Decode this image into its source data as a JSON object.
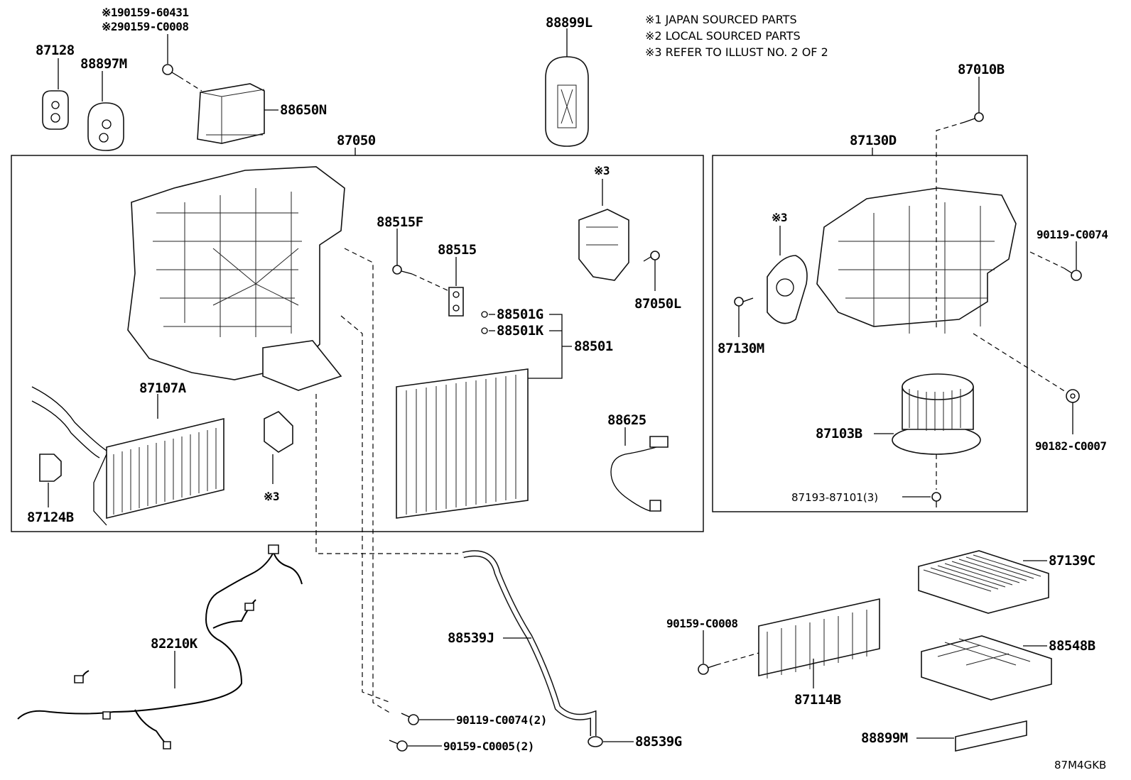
{
  "notes": [
    "※1 JAPAN SOURCED PARTS",
    "※2 LOCAL SOURCED PARTS",
    "※3 REFER TO ILLUST NO. 2 OF 2"
  ],
  "image_code": "87M4GKB",
  "labels": {
    "p87128": "87128",
    "p88897M": "88897M",
    "bolt_jp": "※190159-60431",
    "bolt_local": "※290159-C0008",
    "p88650N": "88650N",
    "p88899L": "88899L",
    "p87010B": "87010B",
    "p87050": "87050",
    "p87130D": "87130D",
    "ref3_a": "※3",
    "ref3_b": "※3",
    "ref3_c": "※3",
    "p88515F": "88515F",
    "p88515": "88515",
    "p87050L": "87050L",
    "p88501G": "88501G",
    "p88501K": "88501K",
    "p88501": "88501",
    "p87107A": "87107A",
    "p87124B": "87124B",
    "p88625": "88625",
    "p90119_C0074": "90119-C0074",
    "p87130M": "87130M",
    "p90182_C0007": "90182-C0007",
    "p87103B": "87103B",
    "p87193": "87193-87101(3)",
    "p87139C": "87139C",
    "p90159_C0008": "90159-C0008",
    "p88548B": "88548B",
    "p87114B": "87114B",
    "p88899M": "88899M",
    "p88539J": "88539J",
    "p82210K": "82210K",
    "p90119_C0074_2": "90119-C0074(2)",
    "p90159_C0005_2": "90159-C0005(2)",
    "p88539G": "88539G"
  }
}
